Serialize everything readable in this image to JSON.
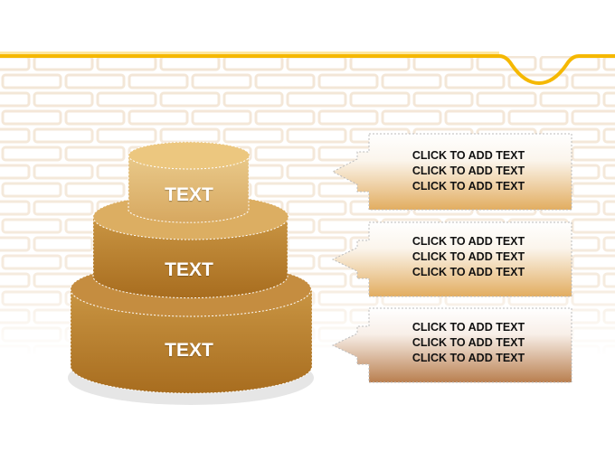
{
  "tiers": [
    {
      "label": "TEXT"
    },
    {
      "label": "TEXT"
    },
    {
      "label": "TEXT"
    }
  ],
  "callouts": [
    {
      "lines": [
        "CLICK TO ADD TEXT",
        "CLICK TO ADD TEXT",
        "CLICK TO ADD TEXT"
      ]
    },
    {
      "lines": [
        "CLICK TO ADD TEXT",
        "CLICK TO ADD TEXT",
        "CLICK TO ADD TEXT"
      ]
    },
    {
      "lines": [
        "CLICK TO ADD TEXT",
        "CLICK TO ADD TEXT",
        "CLICK TO ADD TEXT"
      ]
    }
  ],
  "colors": {
    "accent": "#f5b800",
    "cake_light": "#e8c37a",
    "cake_dark": "#a56a1c"
  }
}
